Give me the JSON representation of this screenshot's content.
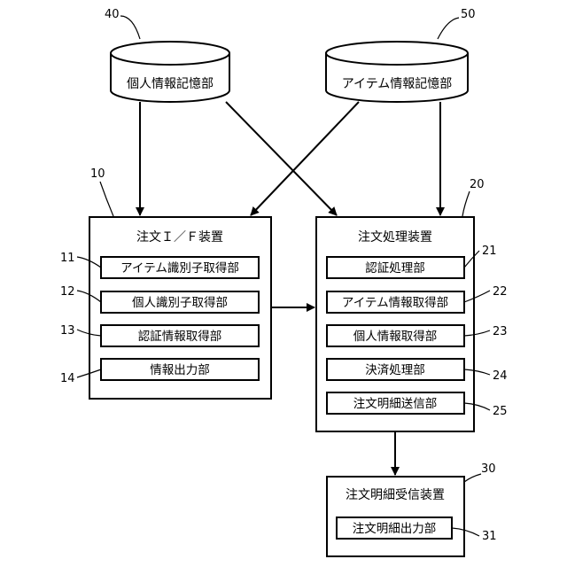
{
  "databases": {
    "personal_store": {
      "label": "個人情報記憶部",
      "ref": "40"
    },
    "item_store": {
      "label": "アイテム情報記憶部",
      "ref": "50"
    }
  },
  "order_if_device": {
    "ref": "10",
    "title": "注文Ｉ／Ｆ装置",
    "units": [
      {
        "label": "アイテム識別子取得部",
        "ref": "11"
      },
      {
        "label": "個人識別子取得部",
        "ref": "12"
      },
      {
        "label": "認証情報取得部",
        "ref": "13"
      },
      {
        "label": "情報出力部",
        "ref": "14"
      }
    ]
  },
  "order_processing_device": {
    "ref": "20",
    "title": "注文処理装置",
    "units": [
      {
        "label": "認証処理部",
        "ref": "21"
      },
      {
        "label": "アイテム情報取得部",
        "ref": "22"
      },
      {
        "label": "個人情報取得部",
        "ref": "23"
      },
      {
        "label": "決済処理部",
        "ref": "24"
      },
      {
        "label": "注文明細送信部",
        "ref": "25"
      }
    ]
  },
  "order_details_receiver": {
    "ref": "30",
    "title": "注文明細受信装置",
    "units": [
      {
        "label": "注文明細出力部",
        "ref": "31"
      }
    ]
  }
}
